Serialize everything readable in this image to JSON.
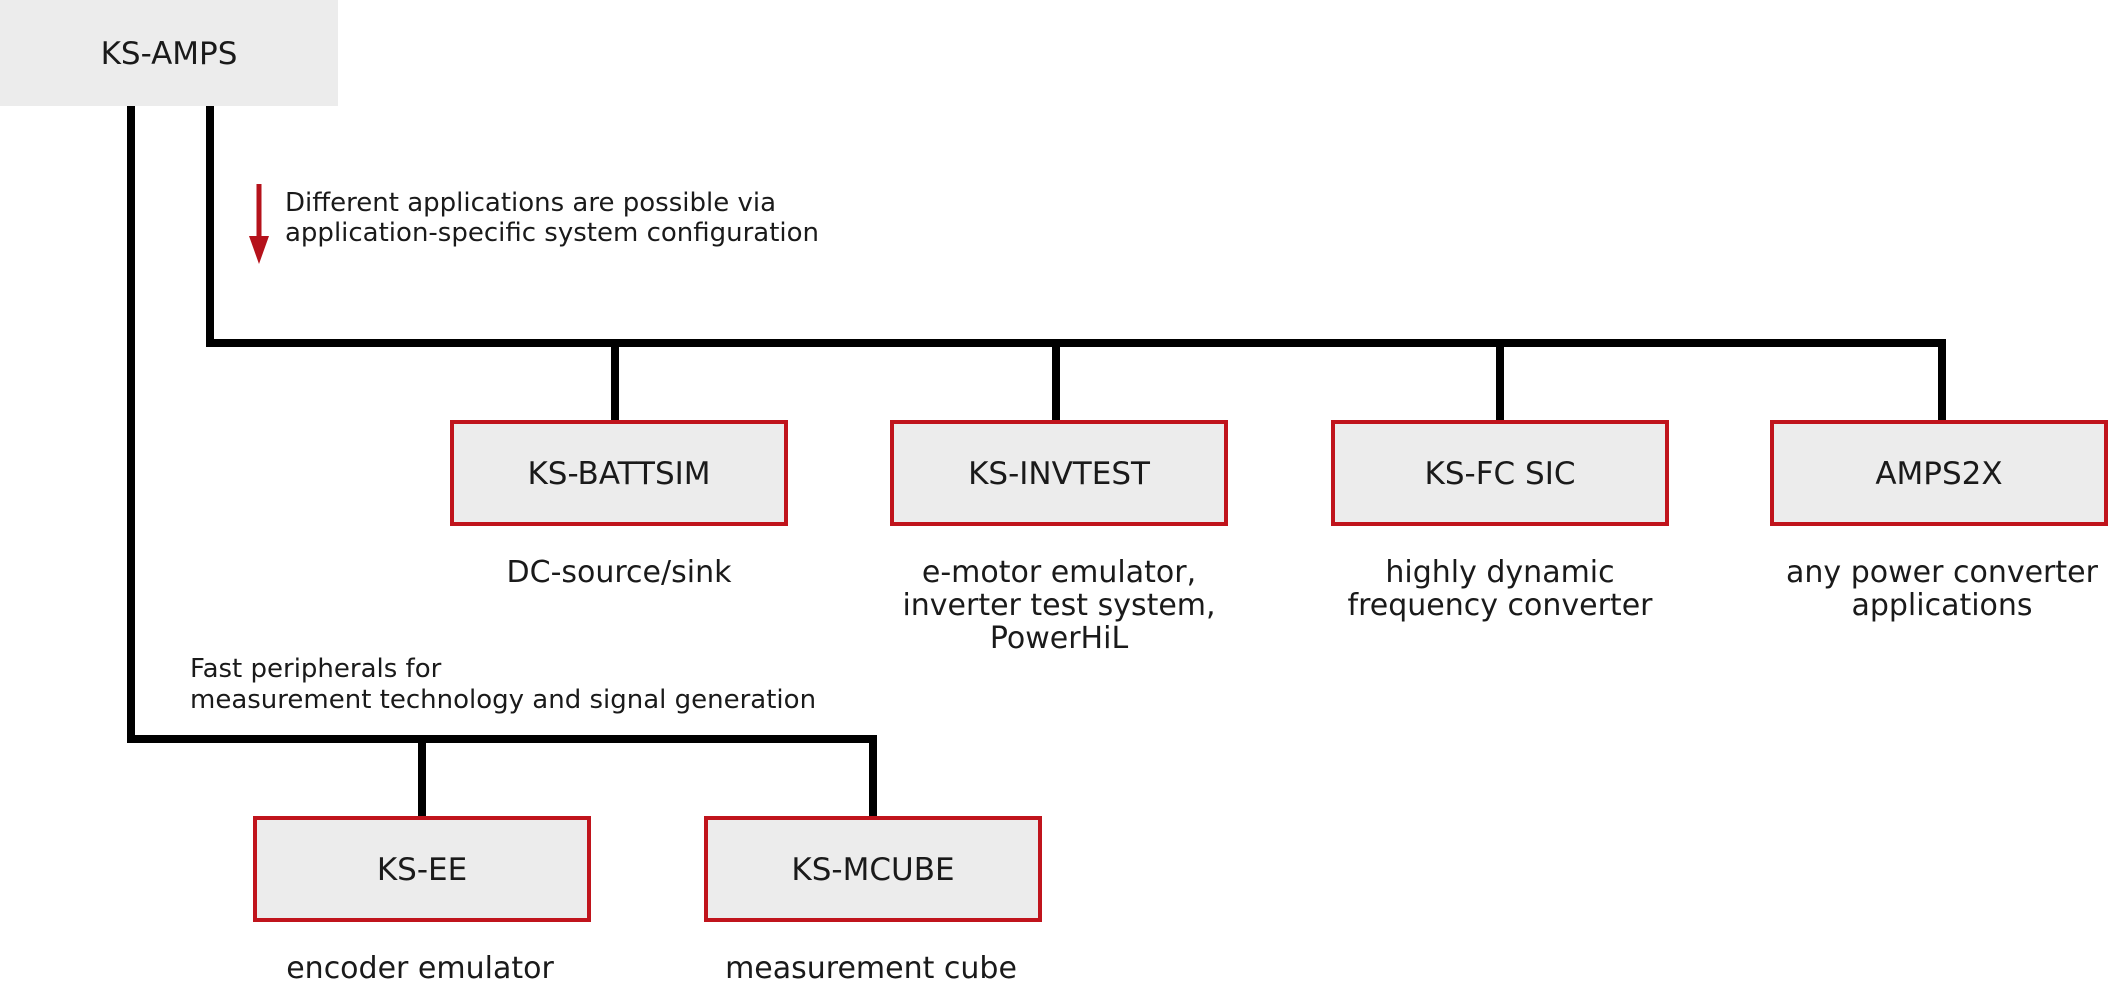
{
  "root": {
    "label": "KS-AMPS"
  },
  "note_applications": {
    "line1": "Different applications are possible via",
    "line2": "application-specific system configuration"
  },
  "note_peripherals": {
    "line1": "Fast peripherals for",
    "line2": "measurement technology and signal generation"
  },
  "applications": [
    {
      "label": "KS-BATTSIM",
      "desc": [
        "DC-source/sink"
      ]
    },
    {
      "label": "KS-INVTEST",
      "desc": [
        "e-motor emulator,",
        "inverter test system,",
        "PowerHiL"
      ]
    },
    {
      "label": "KS-FC SIC",
      "desc": [
        "highly dynamic",
        "frequency converter"
      ]
    },
    {
      "label": "AMPS2X",
      "desc": [
        "any power converter",
        "applications"
      ]
    }
  ],
  "peripherals": [
    {
      "label": "KS-EE",
      "desc": [
        "encoder emulator"
      ]
    },
    {
      "label": "KS-MCUBE",
      "desc": [
        "measurement cube"
      ]
    }
  ],
  "colors": {
    "accent_red": "#c0141c",
    "box_fill": "#ececec",
    "line": "#000000",
    "arrow": "#b5121b"
  }
}
